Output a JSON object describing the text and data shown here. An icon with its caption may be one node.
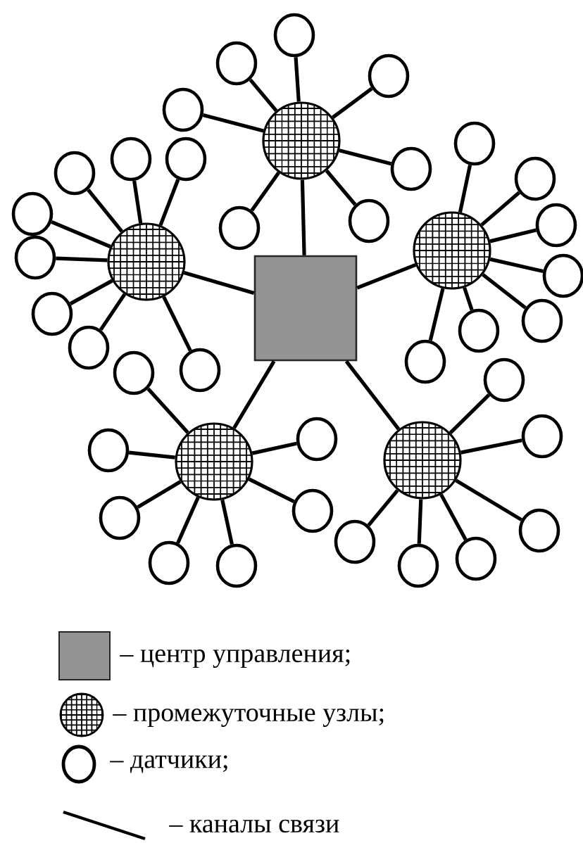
{
  "diagram": {
    "nodes": [
      {
        "text": [],
        "shape": "box"
      },
      {
        "text": [],
        "shape": "circle"
      },
      {
        "text": [],
        "shape": "circle"
      },
      {
        "text": [],
        "shape": "circle"
      },
      {
        "text": [],
        "shape": "circle"
      },
      {
        "text": [],
        "shape": "circle"
      },
      {
        "text": [],
        "shape": "circle"
      },
      {
        "text": [],
        "shape": "circle"
      },
      {
        "text": [],
        "shape": "circle"
      },
      {
        "text": [],
        "shape": "circle"
      },
      {
        "text": [],
        "shape": "circle"
      },
      {
        "text": [],
        "shape": "circle"
      },
      {
        "text": [],
        "shape": "circle"
      },
      {
        "text": [],
        "shape": "circle"
      },
      {
        "text": [],
        "shape": "circle"
      },
      {
        "text": [],
        "shape": "circle"
      },
      {
        "text": [],
        "shape": "circle"
      },
      {
        "text": [],
        "shape": "circle"
      },
      {
        "text": [],
        "shape": "circle"
      },
      {
        "text": [],
        "shape": "circle"
      },
      {
        "text": [],
        "shape": "circle"
      },
      {
        "text": [],
        "shape": "circle"
      },
      {
        "text": [],
        "shape": "circle"
      },
      {
        "text": [],
        "shape": "circle"
      },
      {
        "text": [],
        "shape": "circle"
      },
      {
        "text": [],
        "shape": "circle"
      },
      {
        "text": [],
        "shape": "circle"
      },
      {
        "text": [],
        "shape": "circle"
      },
      {
        "text": [],
        "shape": "circle"
      },
      {
        "text": [],
        "shape": "circle"
      },
      {
        "text": [],
        "shape": "circle"
      },
      {
        "text": [],
        "shape": "circle"
      },
      {
        "text": [],
        "shape": "circle"
      },
      {
        "text": [],
        "shape": "circle"
      },
      {
        "text": [],
        "shape": "circle"
      },
      {
        "text": [],
        "shape": "circle"
      },
      {
        "text": [],
        "shape": "circle"
      },
      {
        "text": [],
        "shape": "circle"
      },
      {
        "text": [],
        "shape": "circle"
      },
      {
        "text": [],
        "shape": "circle"
      },
      {
        "text": [],
        "shape": "circle"
      }
    ],
    "edges": [
      {
        "from": 0,
        "to": 1,
        "arrow": "none"
      },
      {
        "from": 0,
        "to": 2,
        "arrow": "none"
      },
      {
        "from": 0,
        "to": 3,
        "arrow": "none"
      },
      {
        "from": 0,
        "to": 4,
        "arrow": "none"
      },
      {
        "from": 0,
        "to": 5,
        "arrow": "none"
      },
      {
        "from": 1,
        "to": 6,
        "arrow": "none"
      },
      {
        "from": 1,
        "to": 7,
        "arrow": "none"
      },
      {
        "from": 1,
        "to": 8,
        "arrow": "none"
      },
      {
        "from": 1,
        "to": 9,
        "arrow": "none"
      },
      {
        "from": 1,
        "to": 10,
        "arrow": "none"
      },
      {
        "from": 1,
        "to": 11,
        "arrow": "none"
      },
      {
        "from": 1,
        "to": 12,
        "arrow": "none"
      },
      {
        "from": 2,
        "to": 13,
        "arrow": "none"
      },
      {
        "from": 2,
        "to": 14,
        "arrow": "none"
      },
      {
        "from": 2,
        "to": 15,
        "arrow": "none"
      },
      {
        "from": 2,
        "to": 16,
        "arrow": "none"
      },
      {
        "from": 2,
        "to": 17,
        "arrow": "none"
      },
      {
        "from": 2,
        "to": 18,
        "arrow": "none"
      },
      {
        "from": 2,
        "to": 19,
        "arrow": "none"
      },
      {
        "from": 2,
        "to": 20,
        "arrow": "none"
      },
      {
        "from": 3,
        "to": 21,
        "arrow": "none"
      },
      {
        "from": 3,
        "to": 22,
        "arrow": "none"
      },
      {
        "from": 3,
        "to": 23,
        "arrow": "none"
      },
      {
        "from": 3,
        "to": 24,
        "arrow": "none"
      },
      {
        "from": 3,
        "to": 25,
        "arrow": "none"
      },
      {
        "from": 3,
        "to": 26,
        "arrow": "none"
      },
      {
        "from": 3,
        "to": 27,
        "arrow": "none"
      },
      {
        "from": 4,
        "to": 28,
        "arrow": "none"
      },
      {
        "from": 4,
        "to": 29,
        "arrow": "none"
      },
      {
        "from": 4,
        "to": 30,
        "arrow": "none"
      },
      {
        "from": 4,
        "to": 31,
        "arrow": "none"
      },
      {
        "from": 4,
        "to": 32,
        "arrow": "none"
      },
      {
        "from": 4,
        "to": 33,
        "arrow": "none"
      },
      {
        "from": 4,
        "to": 34,
        "arrow": "none"
      },
      {
        "from": 5,
        "to": 35,
        "arrow": "none"
      },
      {
        "from": 5,
        "to": 36,
        "arrow": "none"
      },
      {
        "from": 5,
        "to": 37,
        "arrow": "none"
      },
      {
        "from": 5,
        "to": 38,
        "arrow": "none"
      },
      {
        "from": 5,
        "to": 39,
        "arrow": "none"
      },
      {
        "from": 5,
        "to": 40,
        "arrow": "none"
      }
    ],
    "legend": [
      {
        "text": "– центр управления;"
      },
      {
        "text": "– промежуточные узлы;"
      },
      {
        "text": "– датчики;"
      },
      {
        "text": "– каналы связи"
      }
    ]
  }
}
